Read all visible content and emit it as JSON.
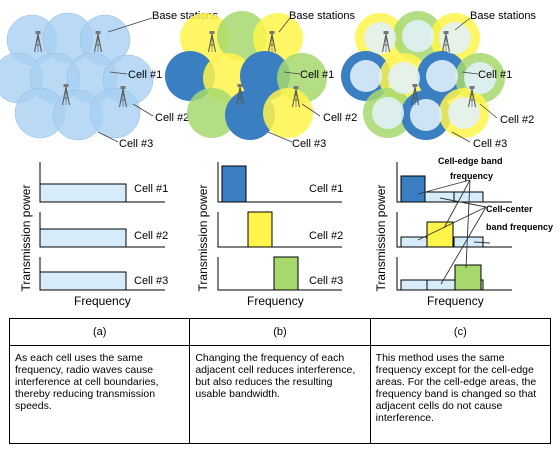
{
  "panels": [
    {
      "letter": "(a)",
      "base_stations_label": "Base stations",
      "cell_labels": [
        "Cell #1",
        "Cell #2",
        "Cell #3"
      ],
      "y_axis_label": "Transmission power",
      "x_axis_label": "Frequency",
      "description": "As each cell uses the same frequency, radio waves cause interference at cell boundaries, thereby reducing transmission speeds."
    },
    {
      "letter": "(b)",
      "base_stations_label": "Base stations",
      "cell_labels": [
        "Cell #1",
        "Cell #2",
        "Cell #3"
      ],
      "y_axis_label": "Transmission power",
      "x_axis_label": "Frequency",
      "description": "Changing the frequency of each adjacent cell reduces interference, but also reduces the resulting usable bandwidth."
    },
    {
      "letter": "(c)",
      "base_stations_label": "Base stations",
      "cell_labels": [
        "Cell #1",
        "Cell #2",
        "Cell #3"
      ],
      "y_axis_label": "Transmission power",
      "x_axis_label": "Frequency",
      "edge_band_label": "Cell-edge band frequency",
      "center_band_label": "Cell-center band frequency",
      "description": "This method uses the same frequency except for the cell-edge areas. For the cell-edge areas, the frequency band is changed so that adjacent cells do not cause interference."
    }
  ],
  "colors": {
    "shared_band": "#d6ecfa",
    "cell1": "#3a7fc1",
    "cell2": "#fff44a",
    "cell3": "#a6d86e",
    "coverage_light": "#a7cff3"
  }
}
